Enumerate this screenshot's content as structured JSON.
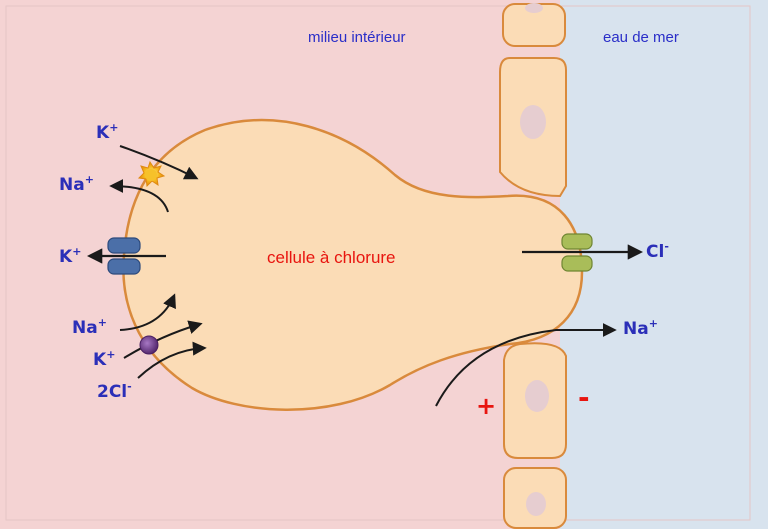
{
  "regions": {
    "interior_label": "milieu intérieur",
    "seawater_label": "eau de mer"
  },
  "cell": {
    "label": "cellule à chlorure"
  },
  "ions": {
    "pump_k": "K",
    "pump_k_sup": "+",
    "pump_na": "Na",
    "pump_na_sup": "+",
    "channel_k": "K",
    "channel_k_sup": "+",
    "cotrans_na": "Na",
    "cotrans_na_sup": "+",
    "cotrans_k": "K",
    "cotrans_k_sup": "+",
    "cotrans_cl": "2Cl",
    "cotrans_cl_sup": "-",
    "apical_cl": "Cl",
    "apical_cl_sup": "-",
    "para_na": "Na",
    "para_na_sup": "+"
  },
  "charges": {
    "positive": "+",
    "negative": "-"
  },
  "colors": {
    "interior": "#f4d3d3",
    "seawater": "#d8e3ee",
    "cell_fill": "#fbdcb6",
    "cell_stroke": "#d98a3c",
    "arrow": "#1a1a1a",
    "channel_k": "#3b5f9a",
    "channel_cl": "#9fb64e",
    "pump": "#f2b31a",
    "cotransporter": "#6e3c8c",
    "nucleus": "#e6cdd0"
  }
}
